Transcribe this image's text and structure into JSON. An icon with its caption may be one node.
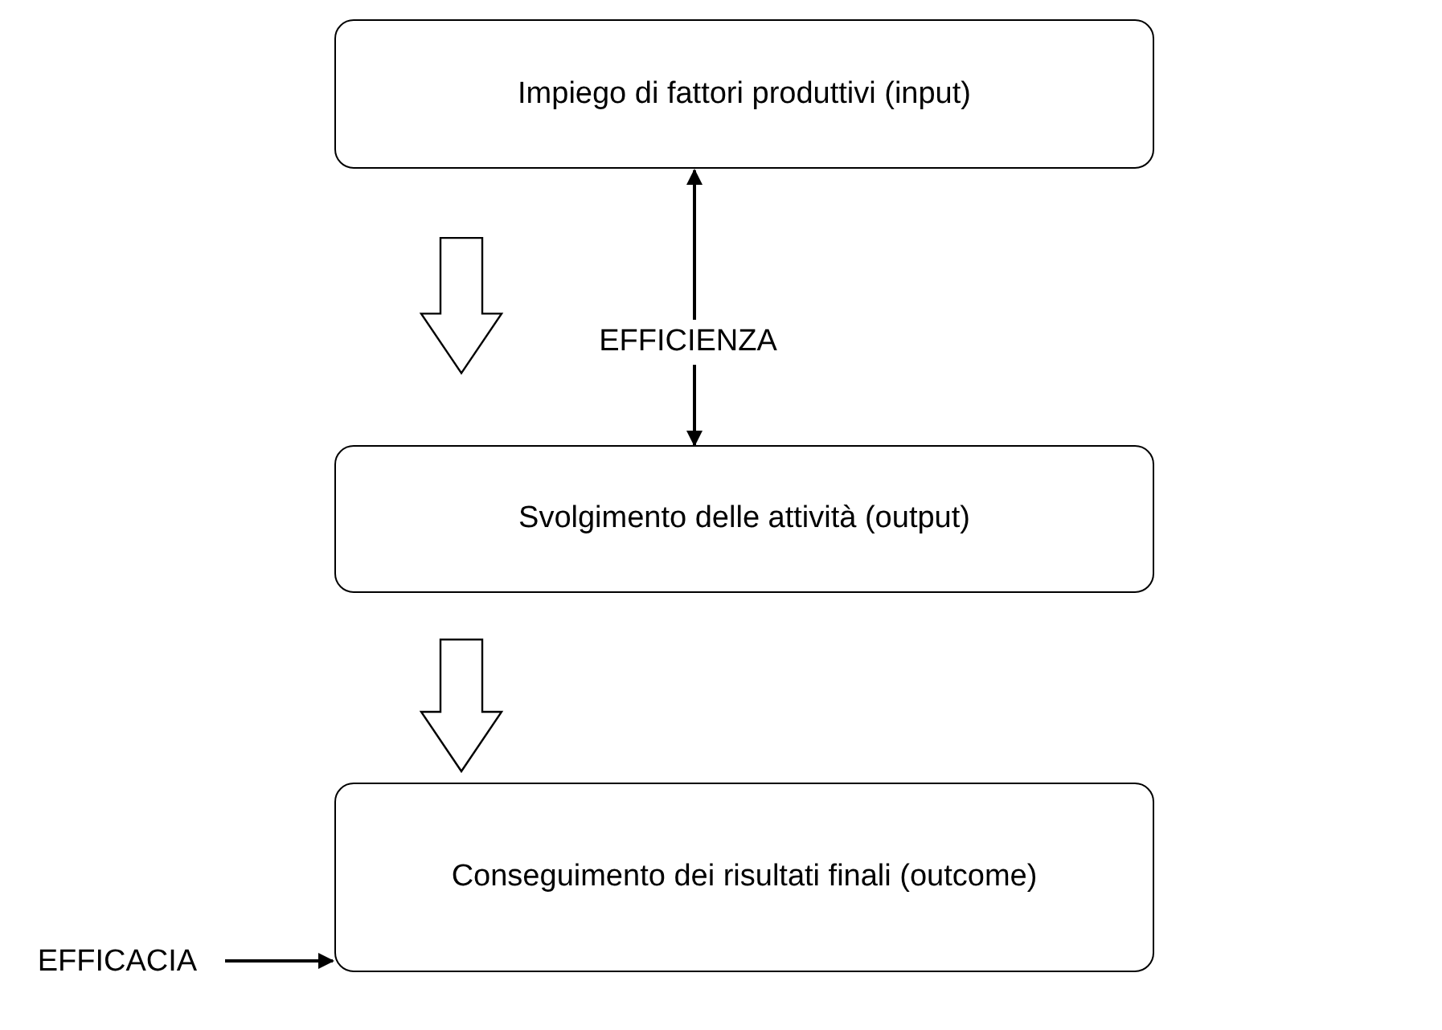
{
  "diagram": {
    "nodes": [
      {
        "text": [
          "Impiego di fattori produttivi (input)"
        ]
      },
      {
        "text": [
          "Svolgimento delle attività (output)"
        ]
      },
      {
        "text": [
          "Conseguimento dei risultati finali (outcome)"
        ]
      },
      {
        "text": [
          "EFFICIENZA"
        ]
      },
      {
        "text": [
          "EFFICACIA"
        ]
      }
    ],
    "edges": [
      {
        "from": 0,
        "to": 1,
        "arrow": "to",
        "style": "thick"
      },
      {
        "from": 1,
        "to": 2,
        "arrow": "to",
        "style": "thick"
      },
      {
        "from": 3,
        "to": 0,
        "arrow": "to"
      },
      {
        "from": 3,
        "to": 1,
        "arrow": "to"
      },
      {
        "from": 4,
        "to": 2,
        "arrow": "to"
      }
    ]
  }
}
